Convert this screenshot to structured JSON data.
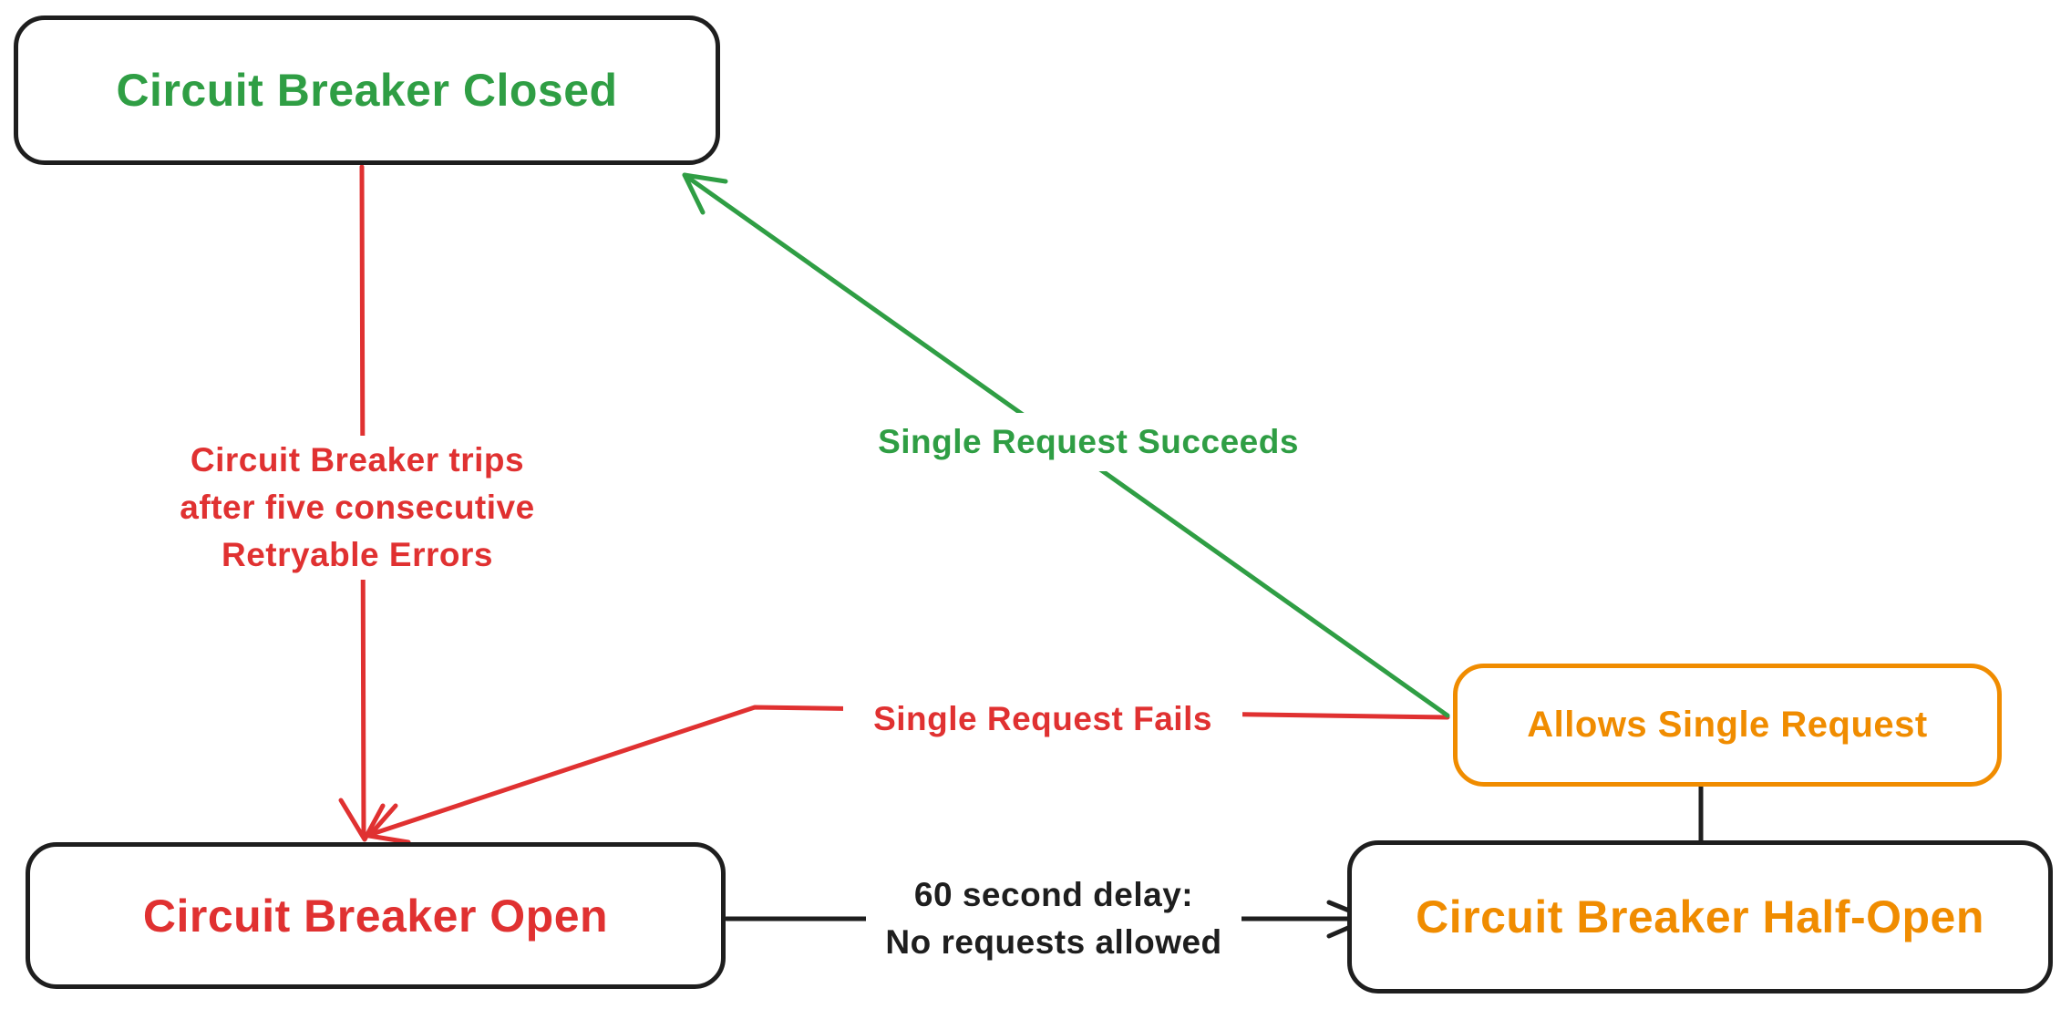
{
  "palette": {
    "ink": "#1e1e1e",
    "green": "#2f9e44",
    "red": "#e03131",
    "orange": "#f08c00",
    "background": "#ffffff"
  },
  "nodes": {
    "closed": {
      "label": "Circuit Breaker Closed",
      "text_color": "#2f9e44",
      "border_color": "#1e1e1e"
    },
    "open": {
      "label": "Circuit Breaker Open",
      "text_color": "#e03131",
      "border_color": "#1e1e1e"
    },
    "half_open": {
      "label": "Circuit Breaker Half-Open",
      "text_color": "#f08c00",
      "border_color": "#1e1e1e"
    },
    "allows": {
      "label": "Allows Single Request",
      "text_color": "#f08c00",
      "border_color": "#f08c00"
    }
  },
  "edges": {
    "trips": {
      "label": "Circuit Breaker trips\nafter five consecutive\nRetryable Errors",
      "color": "#e03131",
      "from": "closed",
      "to": "open"
    },
    "succeeds": {
      "label": "Single Request Succeeds",
      "color": "#2f9e44",
      "from": "allows",
      "to": "closed"
    },
    "fails": {
      "label": "Single Request Fails",
      "color": "#e03131",
      "from": "allows",
      "to": "open"
    },
    "delay": {
      "label": "60 second delay:\nNo requests allowed",
      "color": "#1e1e1e",
      "from": "open",
      "to": "half_open"
    },
    "connector": {
      "label": "",
      "color": "#1e1e1e",
      "from": "allows",
      "to": "half_open"
    }
  }
}
